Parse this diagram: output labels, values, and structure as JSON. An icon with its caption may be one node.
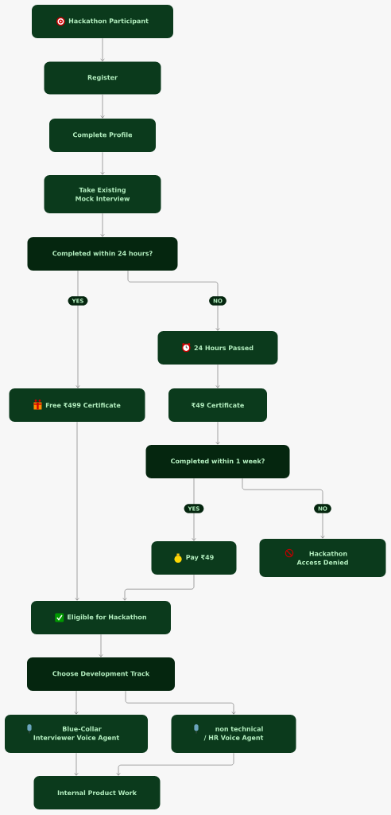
{
  "diagram": {
    "nodes": [
      {
        "text": [
          "Hackathon Participant"
        ]
      },
      {
        "text": [
          "Register"
        ]
      },
      {
        "text": [
          "Complete Profile"
        ]
      },
      {
        "text": [
          "Take Existing Mock Interview"
        ]
      },
      {
        "text": [
          "Completed within 24 hours?"
        ]
      },
      {
        "text": [
          "24 Hours Passed"
        ]
      },
      {
        "text": [
          "Free ₹499 Certificate"
        ]
      },
      {
        "text": [
          "₹49 Certificate"
        ]
      },
      {
        "text": [
          "Completed within 1 week?"
        ]
      },
      {
        "text": [
          "Pay ₹49"
        ]
      },
      {
        "text": [
          "Hackathon Access Denied"
        ]
      },
      {
        "text": [
          "Eligible for Hackathon"
        ]
      },
      {
        "text": [
          "Choose Development Track"
        ]
      },
      {
        "text": [
          "Blue-Collar Interviewer Voice Agent"
        ]
      },
      {
        "text": [
          "non technical / HR Voice Agent"
        ]
      },
      {
        "text": [
          "Internal Product Work"
        ]
      }
    ],
    "edges": [
      {
        "from": 0,
        "to": 1,
        "arrow": "to"
      },
      {
        "from": 1,
        "to": 2,
        "arrow": "to"
      },
      {
        "from": 2,
        "to": 3,
        "arrow": "to"
      },
      {
        "from": 3,
        "to": 4,
        "arrow": "to"
      },
      {
        "from": 4,
        "to": 6,
        "arrow": "to",
        "label": "YES"
      },
      {
        "from": 4,
        "to": 5,
        "arrow": "to",
        "label": "NO"
      },
      {
        "from": 5,
        "to": 7,
        "arrow": "to"
      },
      {
        "from": 7,
        "to": 8,
        "arrow": "to"
      },
      {
        "from": 8,
        "to": 9,
        "arrow": "to",
        "label": "YES"
      },
      {
        "from": 8,
        "to": 10,
        "arrow": "to",
        "label": "NO"
      },
      {
        "from": 6,
        "to": 11,
        "arrow": "to"
      },
      {
        "from": 9,
        "to": 11,
        "arrow": "to"
      },
      {
        "from": 11,
        "to": 12,
        "arrow": "to"
      },
      {
        "from": 12,
        "to": 13,
        "arrow": "to"
      },
      {
        "from": 12,
        "to": 14,
        "arrow": "to"
      },
      {
        "from": 13,
        "to": 15,
        "arrow": "to"
      },
      {
        "from": 14,
        "to": 15,
        "arrow": "to"
      }
    ]
  }
}
